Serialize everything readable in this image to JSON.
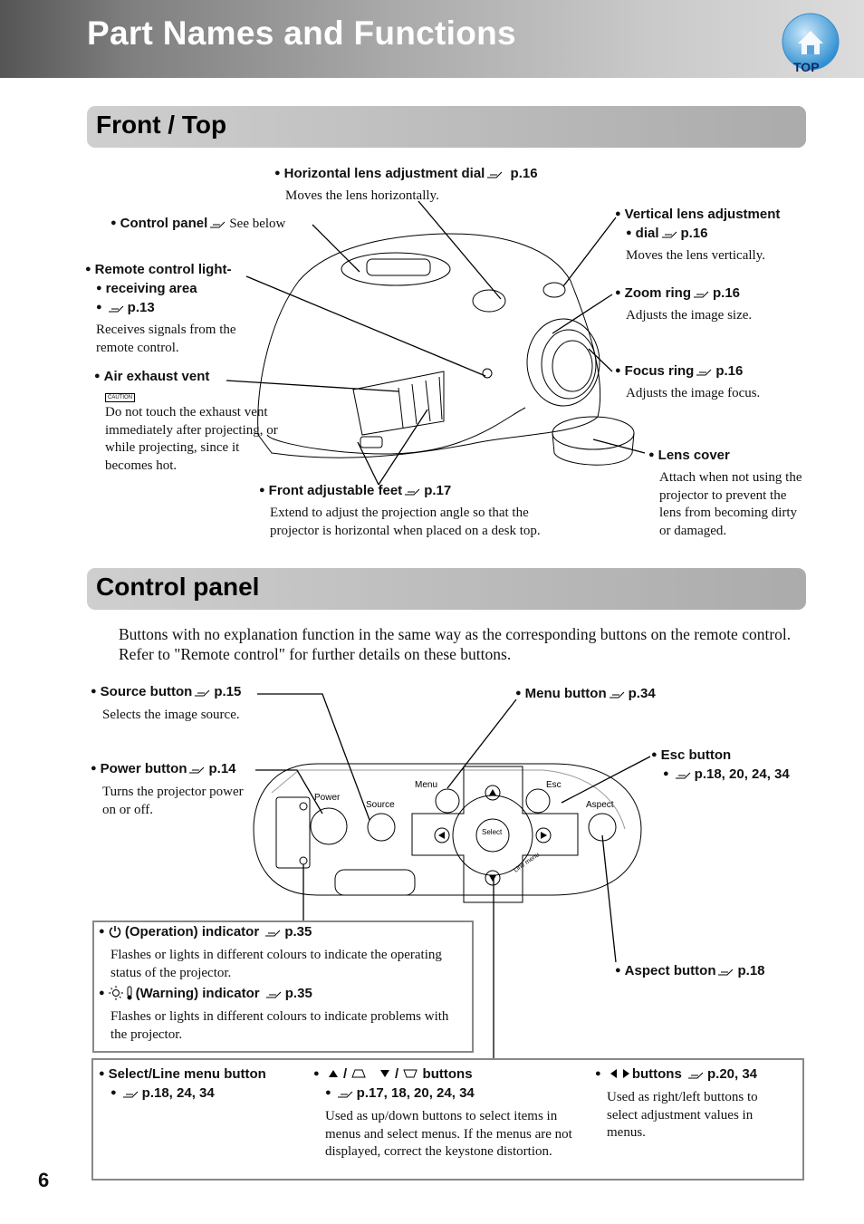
{
  "header": {
    "title": "Part Names and Functions",
    "top_badge": "TOP"
  },
  "sections": {
    "front_top": "Front / Top",
    "control_panel": "Control panel"
  },
  "front": {
    "horizontal_dial": {
      "title": "Horizontal lens adjustment dial",
      "ref": "p.16",
      "desc": "Moves the lens horizontally."
    },
    "control_panel": {
      "title": "Control panel",
      "ref": "See below"
    },
    "vertical_dial": {
      "title": "Vertical lens adjustment",
      "title2": "dial",
      "ref": "p.16",
      "desc": "Moves the lens vertically."
    },
    "remote_area": {
      "title": "Remote control light-",
      "title2": "receiving area",
      "ref": "p.13",
      "desc": "Receives signals from the remote control."
    },
    "zoom_ring": {
      "title": "Zoom ring",
      "ref": "p.16",
      "desc": "Adjusts the image size."
    },
    "air_exhaust": {
      "title": "Air exhaust vent",
      "caution": "CAUTION",
      "desc": "Do not touch the exhaust vent immediately after projecting, or while projecting, since it becomes hot."
    },
    "focus_ring": {
      "title": "Focus ring",
      "ref": "p.16",
      "desc": "Adjusts the image focus."
    },
    "lens_cover": {
      "title": "Lens cover",
      "desc": "Attach when not using the projector to prevent the lens from becoming dirty or damaged."
    },
    "front_feet": {
      "title": "Front adjustable feet",
      "ref": "p.17",
      "desc": "Extend to adjust the projection angle so that the projector is horizontal when placed on a desk top."
    }
  },
  "panel": {
    "intro": "Buttons with no explanation function in the same way as the corresponding buttons on the remote control. Refer to \"Remote control\" for further details on these buttons.",
    "source": {
      "title": "Source button",
      "ref": "p.15",
      "desc": "Selects the image source."
    },
    "menu": {
      "title": "Menu button",
      "ref": "p.34"
    },
    "esc": {
      "title": "Esc button",
      "ref": "p.18, 20, 24, 34"
    },
    "power": {
      "title": "Power button",
      "ref": "p.14",
      "desc": "Turns the projector power on or off."
    },
    "operation": {
      "title": "(Operation) indicator",
      "ref": "p.35",
      "desc": "Flashes or lights in different colours to indicate the operating status of the projector."
    },
    "warning": {
      "title": "(Warning) indicator",
      "ref": "p.35",
      "desc": "Flashes or lights in different colours to indicate problems with the projector."
    },
    "aspect": {
      "title": "Aspect button",
      "ref": "p.18"
    },
    "select": {
      "title": "Select/Line menu button",
      "ref": "p.18, 24, 34"
    },
    "updown": {
      "slash": "/",
      "title": "buttons",
      "ref": "p.17, 18, 20, 24, 34",
      "desc": "Used as up/down buttons to select items in menus and select menus. If the menus are not displayed, correct the keystone distortion."
    },
    "leftright": {
      "title": "buttons",
      "ref": "p.20, 34",
      "desc": "Used as right/left buttons to select adjustment values in menus."
    },
    "labels": {
      "power": "Power",
      "source": "Source",
      "menu": "Menu",
      "esc": "Esc",
      "aspect": "Aspect",
      "select": "Select",
      "line_menu": "Line menu"
    }
  },
  "page_number": "6"
}
